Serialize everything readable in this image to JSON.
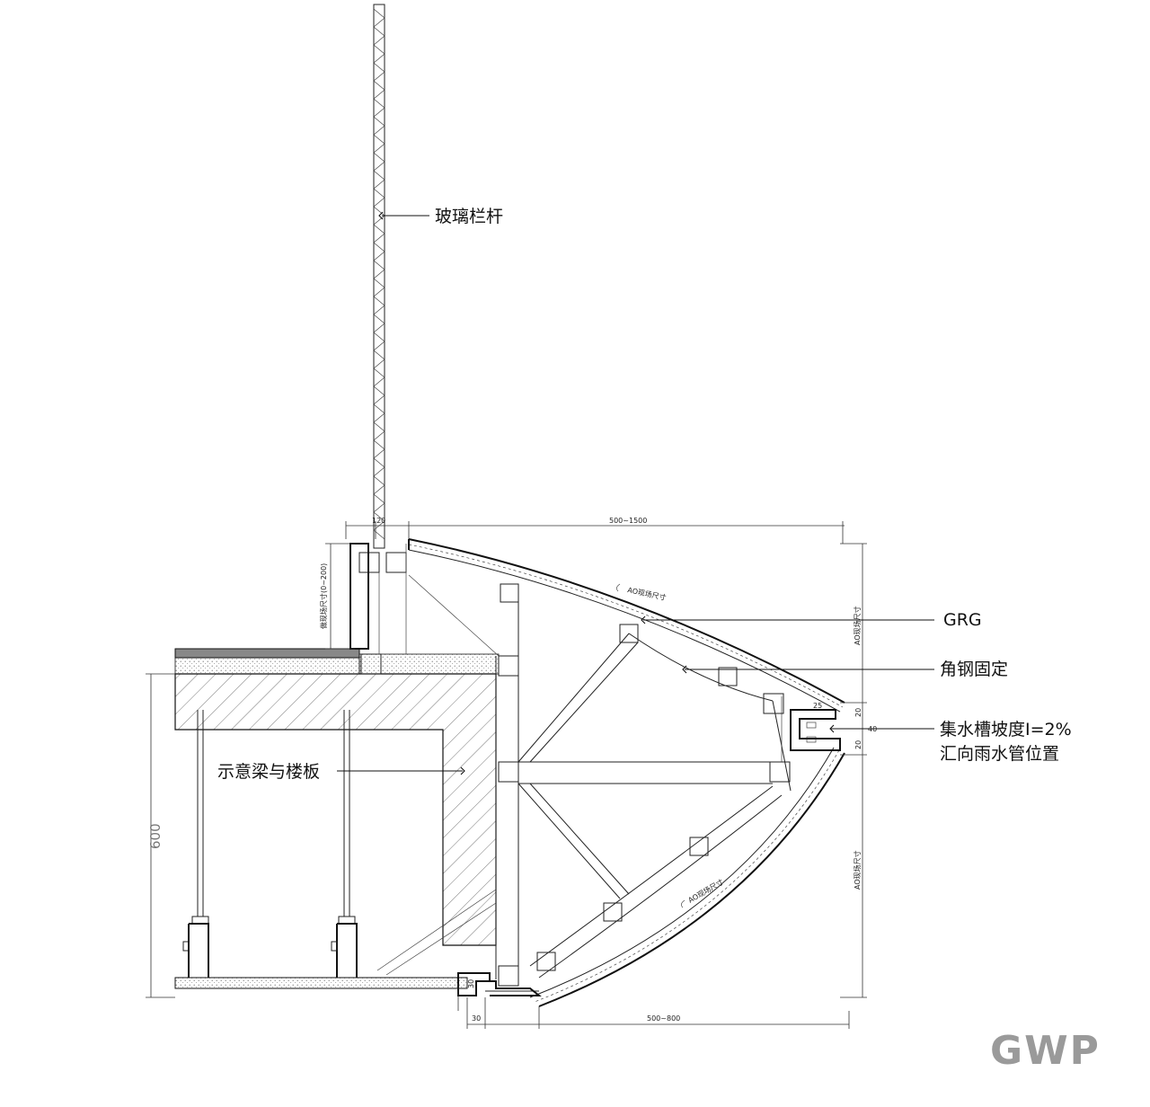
{
  "labels": {
    "glass_railing": "玻璃栏杆",
    "grg": "GRG",
    "angle_steel": "角钢固定",
    "gutter_slope": "集水槽坡度I=2%",
    "to_downpipe": "汇向雨水管位置",
    "beam_slab": "示意梁与楼板"
  },
  "dimensions": {
    "top_width": "120",
    "top_span": "500~1500",
    "left_height": "做现场尺寸(0~200)",
    "height_600": "600",
    "upper_site": "AO现场尺寸",
    "lower_site": "AO现场尺寸",
    "upper_arc_site": "AO现场尺寸",
    "lower_arc_site": "AO现场尺寸",
    "gutter_20_top": "20",
    "gutter_40": "40",
    "gutter_20_bottom": "20",
    "bottom_30_a": "30",
    "bottom_30_b": "30",
    "bottom_span": "500~800",
    "small_25": "25"
  },
  "logo": "GWP"
}
